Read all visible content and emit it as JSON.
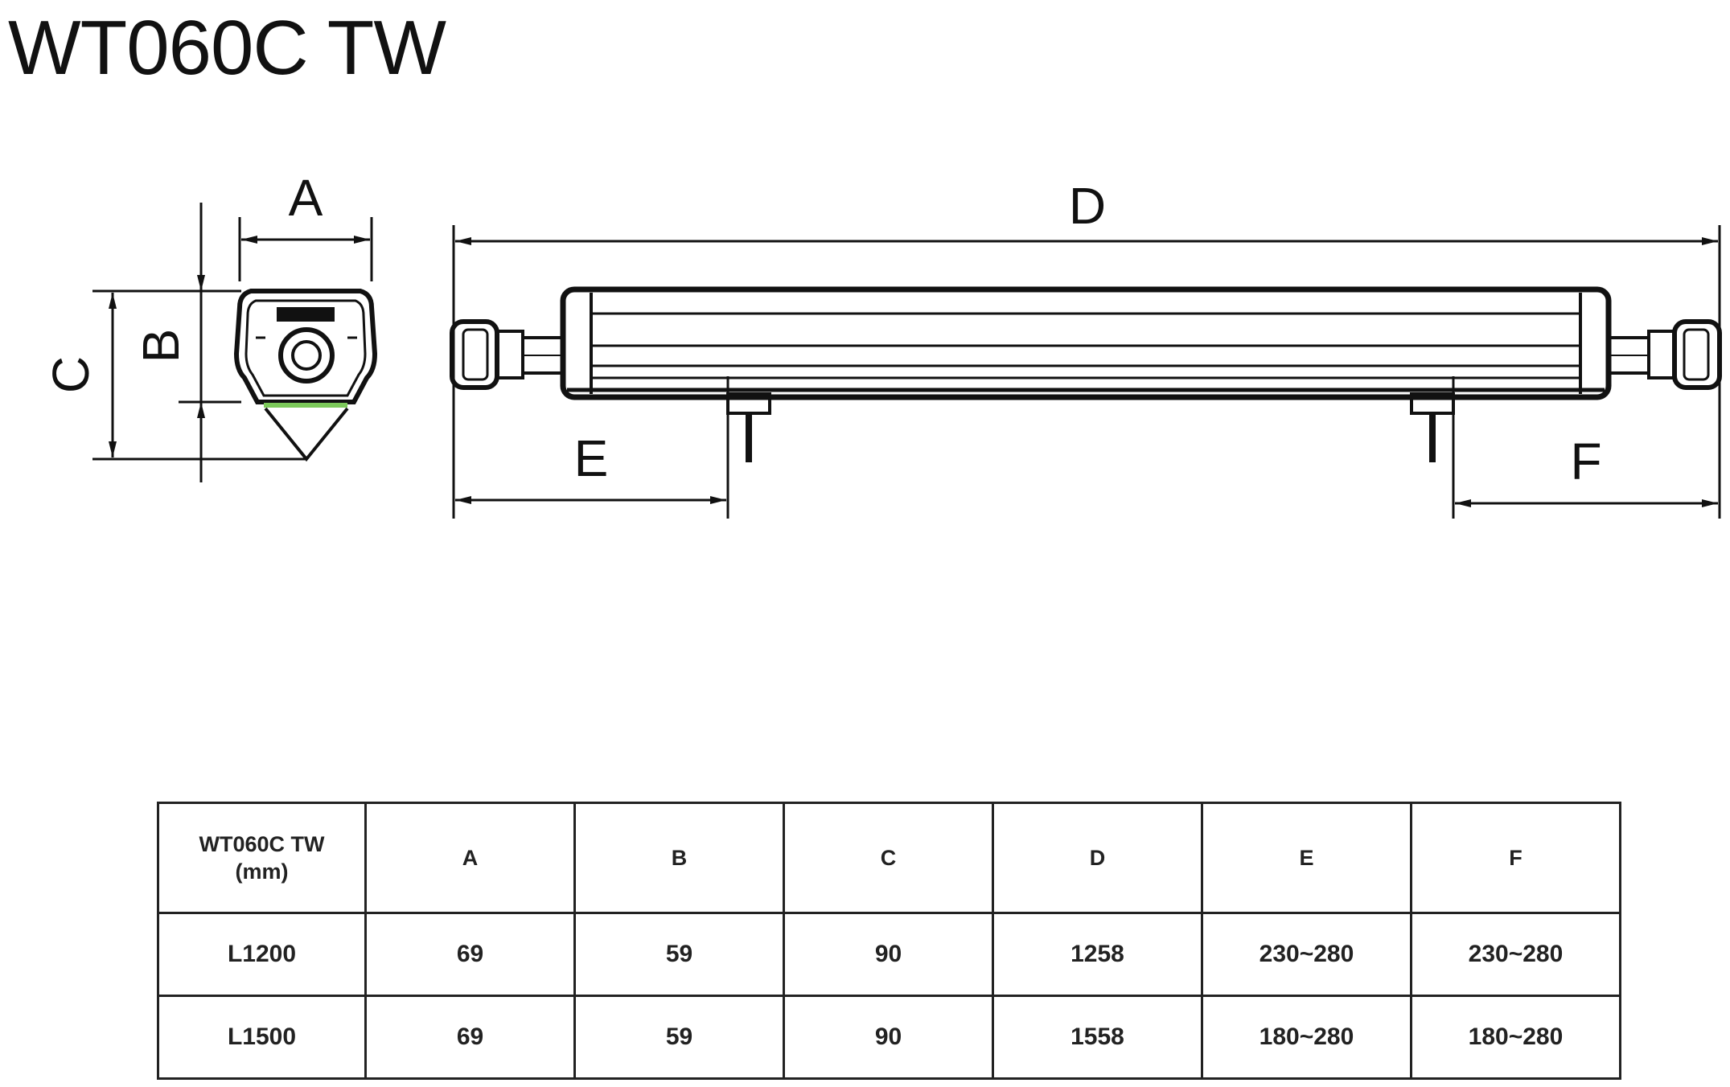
{
  "title": "WT060C TW",
  "labels": {
    "a": "A",
    "b": "B",
    "c": "C",
    "d": "D",
    "e": "E",
    "f": "F"
  },
  "table": {
    "header_model": "WT060C  TW",
    "header_unit": "(mm)",
    "columns": [
      "A",
      "B",
      "C",
      "D",
      "E",
      "F"
    ],
    "rows": [
      {
        "model": "L1200",
        "values": [
          "69",
          "59",
          "90",
          "1258",
          "230~280",
          "230~280"
        ]
      },
      {
        "model": "L1500",
        "values": [
          "69",
          "59",
          "90",
          "1558",
          "180~280",
          "180~280"
        ]
      }
    ]
  },
  "colors": {
    "line": "#111111",
    "lens": "#7cc95a"
  }
}
